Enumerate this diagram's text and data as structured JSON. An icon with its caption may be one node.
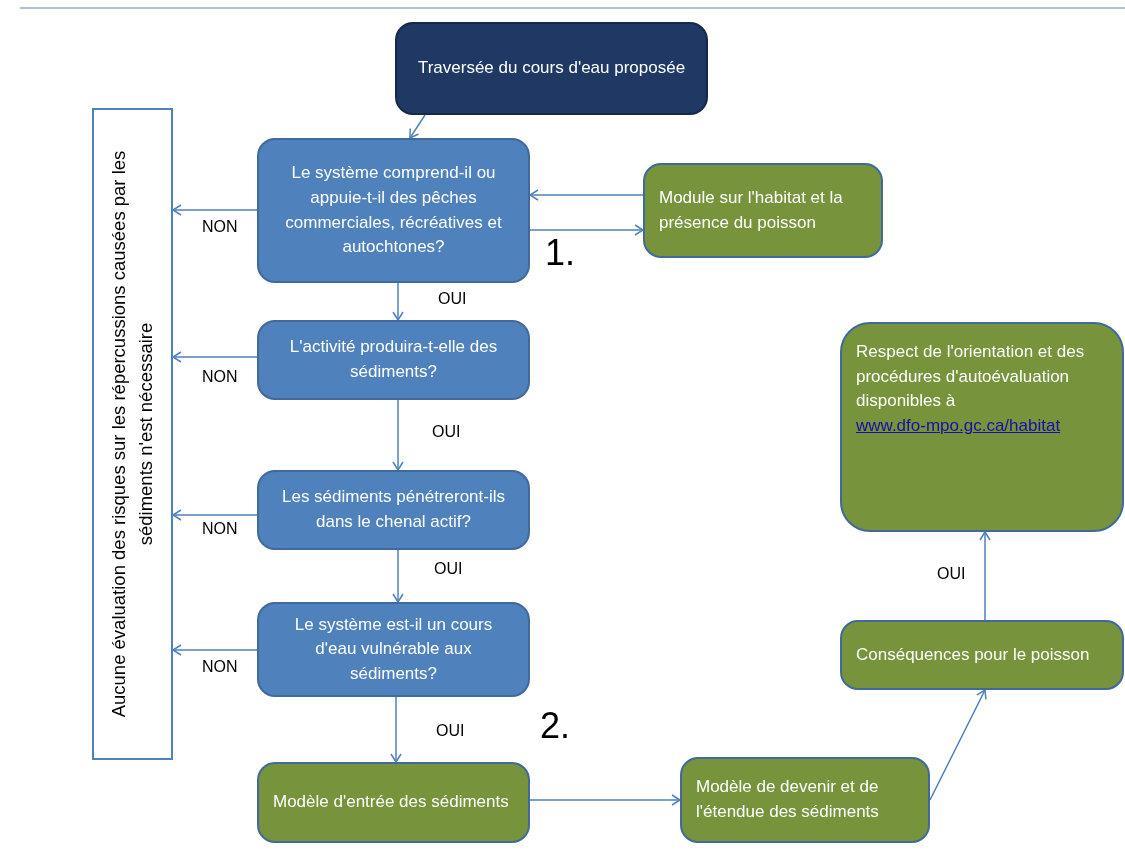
{
  "diagram": {
    "nodes": [
      {
        "text": [
          "Traversée du cours d'eau proposée"
        ]
      },
      {
        "text": [
          "Aucune évaluation des risques sur les répercussions causées par les sédiments n'est nécessaire"
        ]
      },
      {
        "text": [
          "Le système comprend-il ou appuie-t-il des pêches commerciales, récréatives et autochtones?"
        ]
      },
      {
        "text": [
          "Module sur l'habitat et la présence du poisson"
        ]
      },
      {
        "text": [
          "L'activité produira-t-elle des sédiments?"
        ]
      },
      {
        "text": [
          "Les sédiments pénétreront-ils dans le chenal actif?"
        ]
      },
      {
        "text": [
          "Le système est-il un cours d'eau vulnérable aux sédiments?"
        ]
      },
      {
        "text": [
          "Modèle d'entrée des sédiments"
        ]
      },
      {
        "text": [
          "Modèle de devenir et de l'étendue des sédiments"
        ]
      },
      {
        "text": [
          "Conséquences pour le poisson"
        ]
      },
      {
        "text": [
          "Respect de l'orientation et des procédures d'autoévaluation disponibles à",
          "www.dfo-mpo.gc.ca/habitat"
        ]
      }
    ],
    "edges": [
      {
        "from": 0,
        "to": 2,
        "arrow": "to"
      },
      {
        "from": 3,
        "to": 2,
        "arrow": "to"
      },
      {
        "from": 2,
        "to": 3,
        "arrow": "to"
      },
      {
        "from": 2,
        "to": 1,
        "arrow": "to",
        "label": "NON"
      },
      {
        "from": 2,
        "to": 4,
        "arrow": "to",
        "label": "OUI"
      },
      {
        "from": 4,
        "to": 1,
        "arrow": "to",
        "label": "NON"
      },
      {
        "from": 4,
        "to": 5,
        "arrow": "to",
        "label": "OUI"
      },
      {
        "from": 5,
        "to": 1,
        "arrow": "to",
        "label": "NON"
      },
      {
        "from": 5,
        "to": 6,
        "arrow": "to",
        "label": "OUI"
      },
      {
        "from": 6,
        "to": 1,
        "arrow": "to",
        "label": "NON"
      },
      {
        "from": 6,
        "to": 7,
        "arrow": "to",
        "label": "OUI"
      },
      {
        "from": 7,
        "to": 8,
        "arrow": "to"
      },
      {
        "from": 8,
        "to": 9,
        "arrow": "to"
      },
      {
        "from": 9,
        "to": 10,
        "arrow": "to",
        "label": "OUI"
      }
    ],
    "labels": [
      "1.",
      "2."
    ]
  }
}
